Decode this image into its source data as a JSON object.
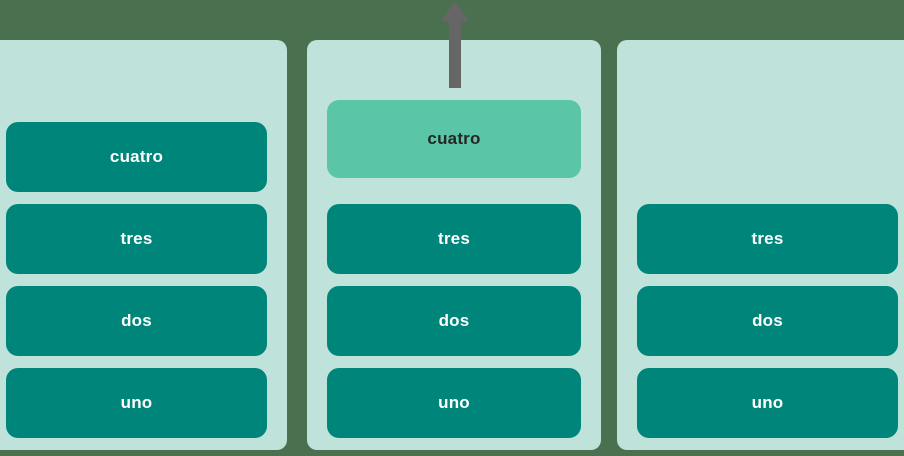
{
  "board": {
    "background_color": "#4a7050",
    "column_background_color": "#bfe3da",
    "card_color": "#00857b",
    "card_text_color": "#ffffff",
    "highlight_color": "#5bc5a7",
    "highlight_text_color": "#262626",
    "arrow_color": "#666666",
    "columns": [
      {
        "name": "column-left",
        "cards": [
          {
            "label": "cuatro",
            "state": "normal"
          },
          {
            "label": "tres",
            "state": "normal"
          },
          {
            "label": "dos",
            "state": "normal"
          },
          {
            "label": "uno",
            "state": "normal"
          }
        ]
      },
      {
        "name": "column-middle",
        "cards": [
          {
            "label": "cuatro",
            "state": "highlighted"
          },
          {
            "label": "tres",
            "state": "normal"
          },
          {
            "label": "dos",
            "state": "normal"
          },
          {
            "label": "uno",
            "state": "normal"
          }
        ]
      },
      {
        "name": "column-right",
        "cards": [
          {
            "label": "tres",
            "state": "normal"
          },
          {
            "label": "dos",
            "state": "normal"
          },
          {
            "label": "uno",
            "state": "normal"
          }
        ]
      }
    ]
  },
  "arrow": {
    "name": "up-arrow-icon",
    "direction": "up",
    "color": "#666666"
  }
}
